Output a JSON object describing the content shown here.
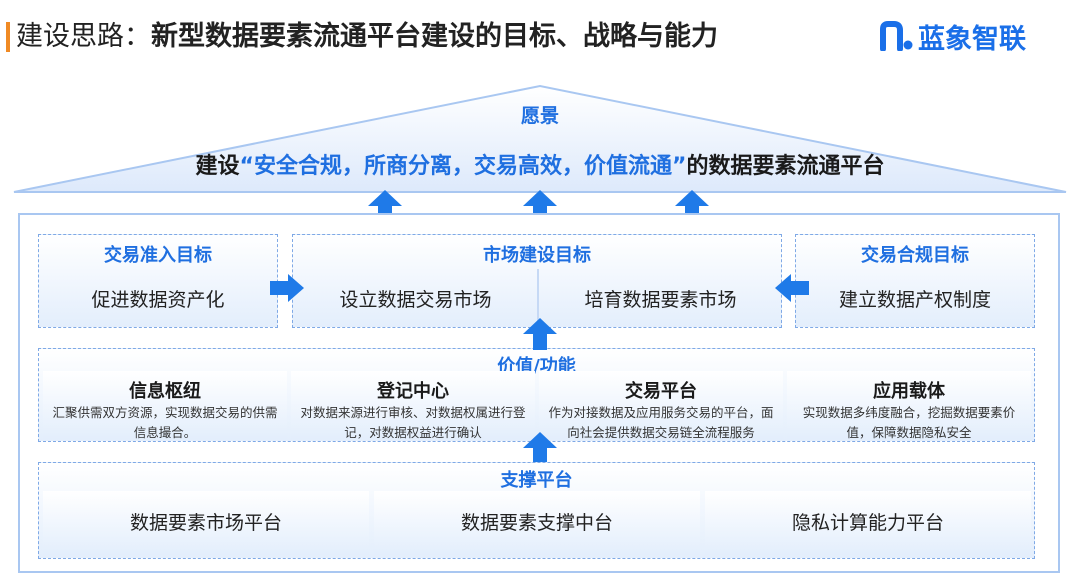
{
  "header": {
    "title_prefix": "建设思路：",
    "title_main": "新型数据要素流通平台建设的目标、战略与能力",
    "logo_text": "蓝象智联"
  },
  "vision": {
    "label": "愿景",
    "text_before": "建设",
    "text_highlight": "“安全合规，所商分离，交易高效，价值流通”",
    "text_after": "的数据要素流通平台"
  },
  "goals": {
    "access": {
      "title": "交易准入目标",
      "text": "促进数据资产化"
    },
    "market": {
      "title": "市场建设目标",
      "left": "设立数据交易市场",
      "right": "培育数据要素市场"
    },
    "compliance": {
      "title": "交易合规目标",
      "text": "建立数据产权制度"
    }
  },
  "value": {
    "title": "价值/功能",
    "items": [
      {
        "title": "信息枢纽",
        "desc": "汇聚供需双方资源，实现数据交易的供需信息撮合。"
      },
      {
        "title": "登记中心",
        "desc": "对数据来源进行审核、对数据权属进行登记，对数据权益进行确认"
      },
      {
        "title": "交易平台",
        "desc": "作为对接数据及应用服务交易的平台，面向社会提供数据交易链全流程服务"
      },
      {
        "title": "应用载体",
        "desc": "实现数据多纬度融合，挖掘数据要素价值，保障数据隐私安全"
      }
    ]
  },
  "support": {
    "title": "支撑平台",
    "items": [
      "数据要素市场平台",
      "数据要素支撑中台",
      "隐私计算能力平台"
    ]
  },
  "colors": {
    "accent": "#1f6fe0",
    "orange": "#f08a24",
    "border": "#a9c7f1"
  }
}
